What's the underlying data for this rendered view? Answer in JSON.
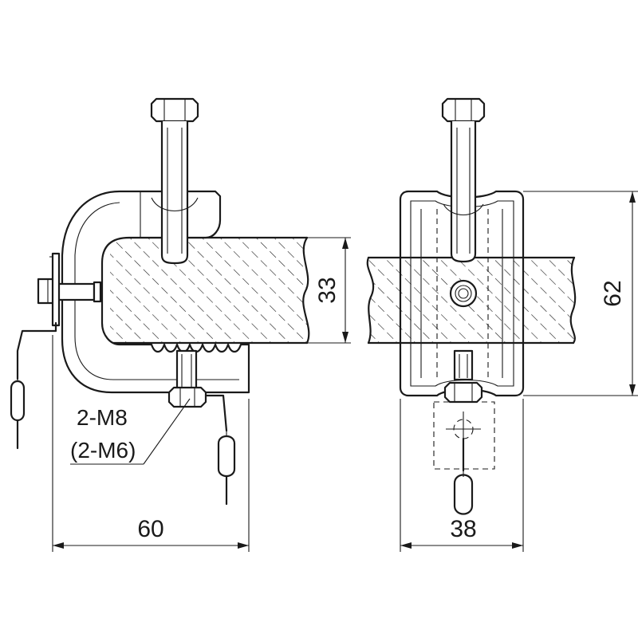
{
  "drawing": {
    "dimensions": {
      "width_side": "60",
      "width_front": "38",
      "height_total": "62",
      "flange_thickness": "33"
    },
    "callout": {
      "line1": "2-M8",
      "line2": "(2-M6)"
    }
  }
}
